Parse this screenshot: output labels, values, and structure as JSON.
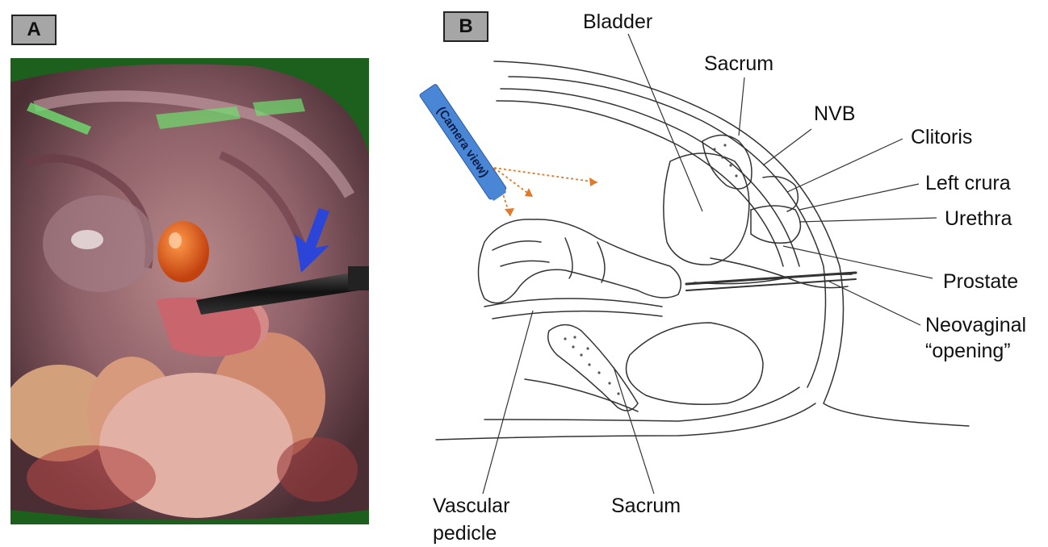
{
  "panels": {
    "a_label": "A",
    "b_label": "B"
  },
  "camera_label": "(Camera view)",
  "labels": {
    "bladder": "Bladder",
    "sacrum_top": "Sacrum",
    "nvb": "NVB",
    "clitoris": "Clitoris",
    "left_crura": "Left crura",
    "urethra": "Urethra",
    "prostate": "Prostate",
    "neovaginal_line1": "Neovaginal",
    "neovaginal_line2": "“opening”",
    "vascular_line1": "Vascular",
    "vascular_line2": "pedicle",
    "sacrum_bottom": "Sacrum"
  },
  "colors": {
    "photo_border": "#1f6a1f",
    "pointer_arrow": "#2a45d8",
    "camera_probe": "#4a86d6",
    "view_arrows": "#e07a2a"
  }
}
